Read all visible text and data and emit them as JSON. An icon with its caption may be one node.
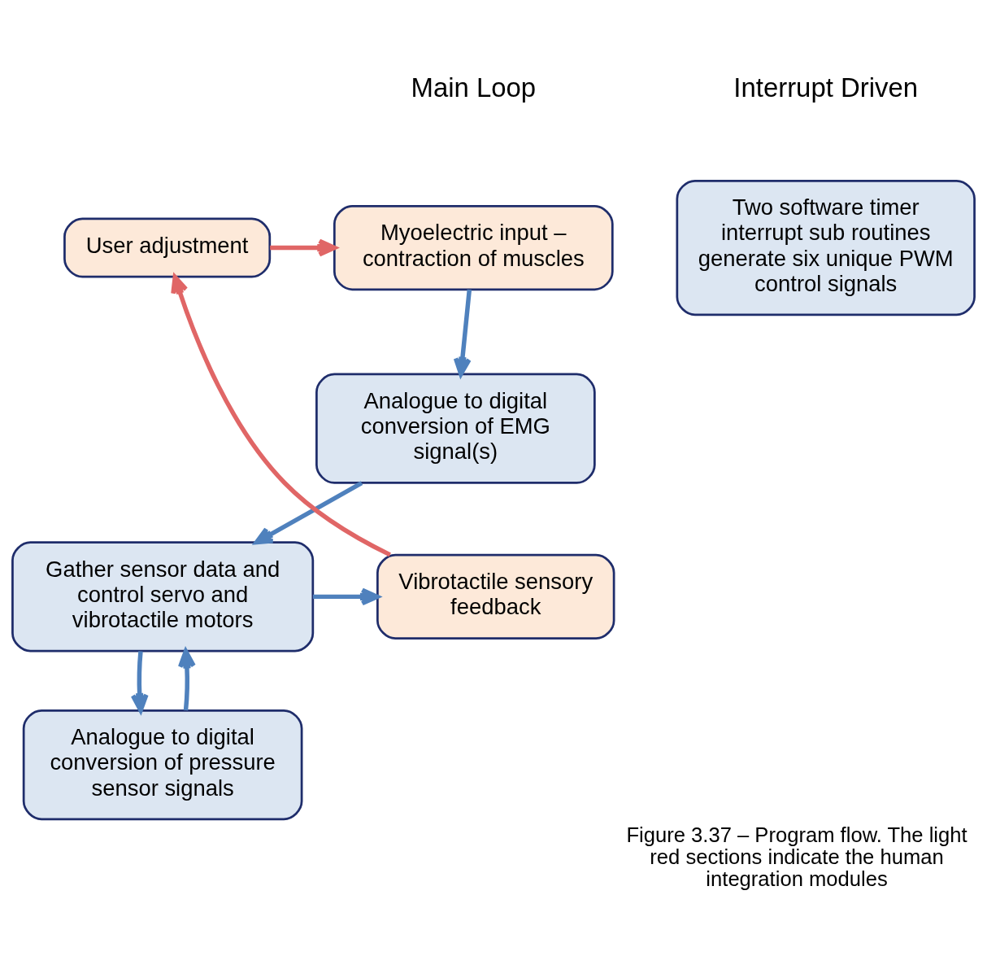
{
  "diagram": {
    "caption": "Figure 3.37 – Program flow. The light red sections indicate the human integration modules",
    "nodes": [
      {
        "text": [
          "User adjustment"
        ]
      },
      {
        "text": [
          "Myoelectric input – contraction of muscles"
        ]
      },
      {
        "text": [
          "Two software timer interrupt sub routines generate six unique PWM control signals"
        ]
      },
      {
        "text": [
          "Analogue to digital conversion of EMG signal(s)"
        ]
      },
      {
        "text": [
          "Vibrotactile sensory feedback"
        ]
      },
      {
        "text": [
          "Gather sensor data and control servo and vibrotactile motors"
        ]
      },
      {
        "text": [
          "Analogue to digital conversion of pressure sensor signals"
        ]
      }
    ],
    "edges": [
      {
        "from": 0,
        "to": 1,
        "arrow": "to",
        "color": "#e06666"
      },
      {
        "from": 1,
        "to": 3,
        "arrow": "to"
      },
      {
        "from": 3,
        "to": 5,
        "arrow": "to"
      },
      {
        "from": 5,
        "to": 4,
        "arrow": "to"
      },
      {
        "from": 4,
        "to": 0,
        "arrow": "to",
        "color": "#e06666"
      },
      {
        "from": 5,
        "to": 6,
        "arrow": "to"
      },
      {
        "from": 6,
        "to": 5,
        "arrow": "to"
      }
    ],
    "labels": [
      "Main Loop",
      "Interrupt Driven"
    ]
  }
}
